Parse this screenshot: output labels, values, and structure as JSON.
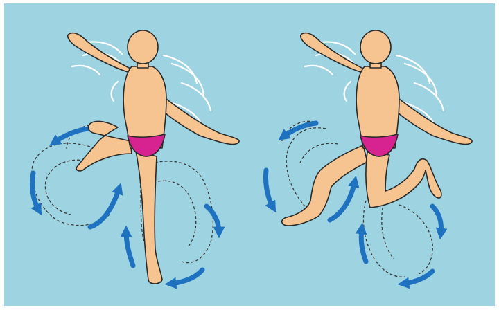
{
  "colors": {
    "water": "#9ED3E1",
    "frame": "#FFFFFF",
    "skin": "#F6C490",
    "skin_outline": "#2A2A2A",
    "swimsuit": "#D6238F",
    "arrow": "#1F72BF",
    "ghost_line": "#3A3A3A",
    "water_ripple": "#FFFFFF"
  },
  "panels": [
    {
      "figure": "swimmer-eggbeater-kick-phase-1",
      "legs": "left-knee-raised-right-leg-extended-down"
    },
    {
      "figure": "swimmer-eggbeater-kick-phase-2",
      "legs": "left-leg-forward-right-knee-bent-back"
    }
  ],
  "icons": [
    "circular-arrow-icon",
    "ghost-leg-outline",
    "water-ripple"
  ]
}
